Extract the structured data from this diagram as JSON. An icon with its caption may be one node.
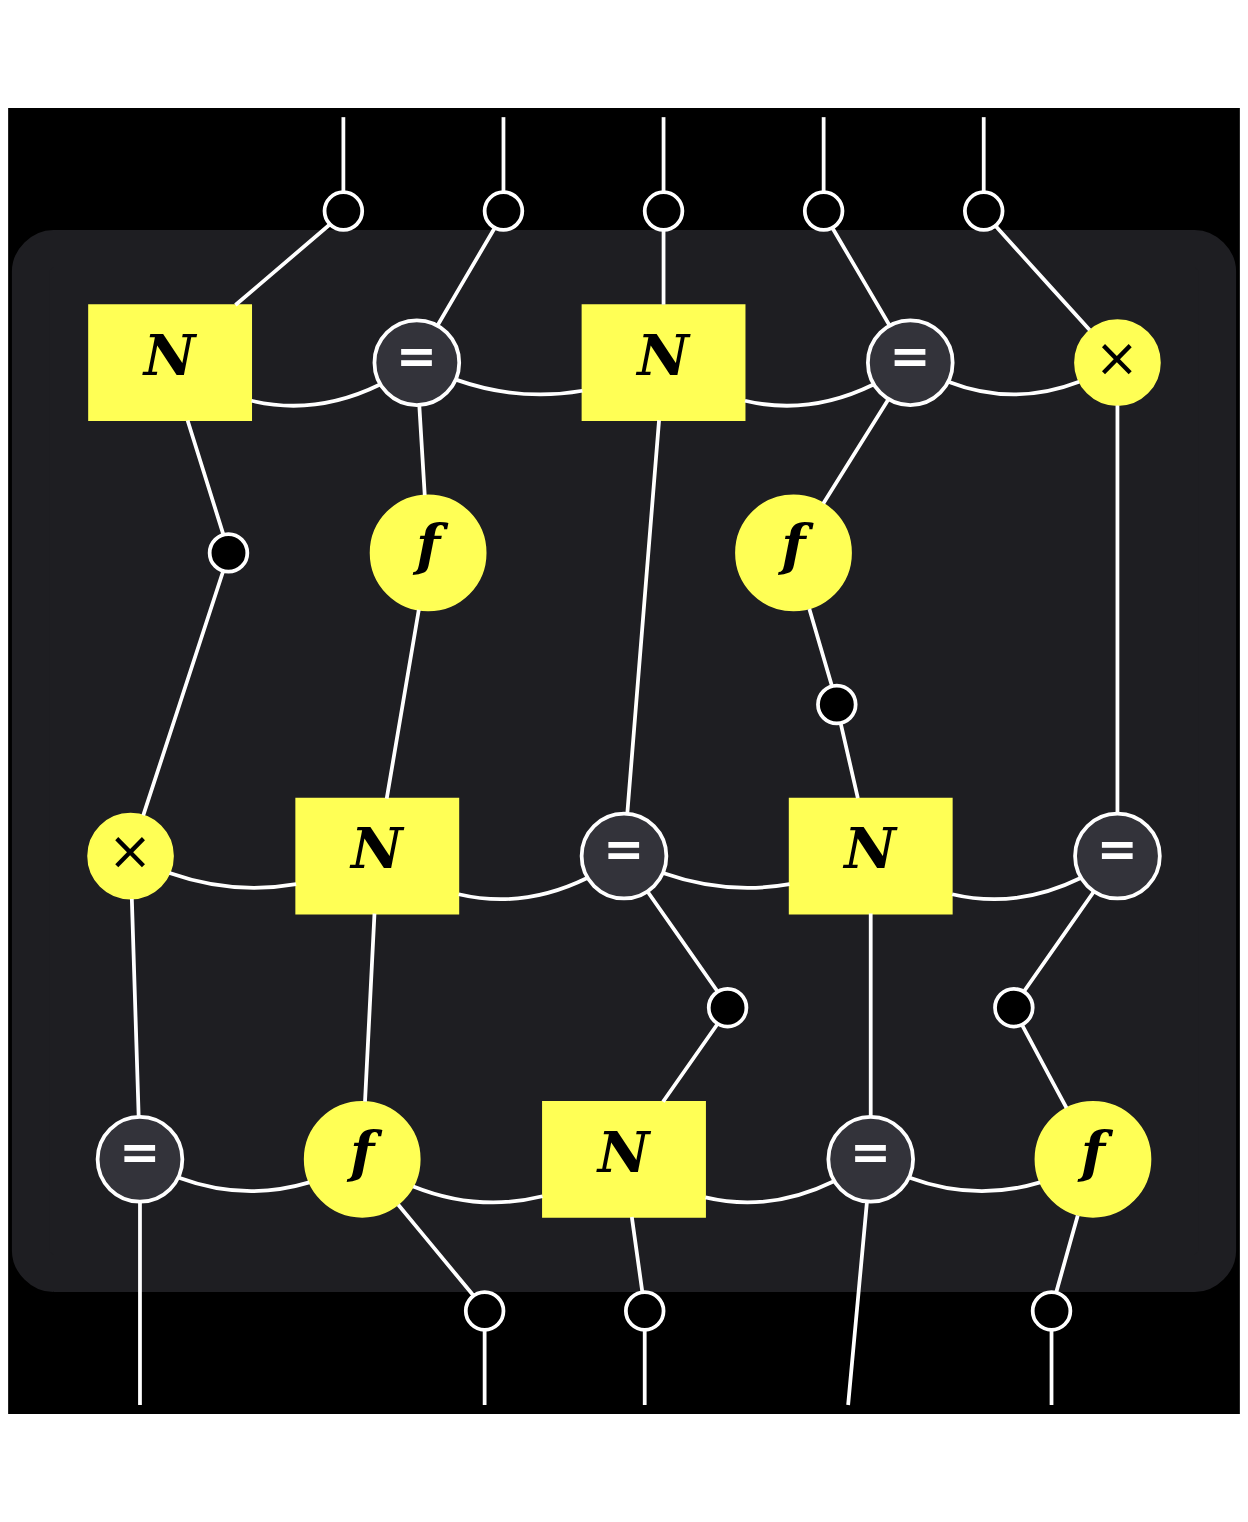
{
  "diagram": {
    "nodes": [
      {
        "text": [],
        "shape": "circle"
      },
      {
        "text": [],
        "shape": "circle"
      },
      {
        "text": [],
        "shape": "circle"
      },
      {
        "text": [],
        "shape": "circle"
      },
      {
        "text": [],
        "shape": "circle"
      },
      {
        "text": [],
        "shape": "box"
      },
      {
        "text": [
          "N"
        ],
        "in": 5
      },
      {
        "text": [
          "="
        ],
        "in": 5
      },
      {
        "text": [
          "N"
        ],
        "in": 5
      },
      {
        "text": [
          "="
        ],
        "in": 5
      },
      {
        "text": [
          "×"
        ],
        "in": 5
      },
      {
        "text": [],
        "shape": "circle",
        "in": 5
      },
      {
        "text": [
          "f"
        ],
        "in": 5
      },
      {
        "text": [
          "f"
        ],
        "in": 5
      },
      {
        "text": [],
        "shape": "circle",
        "in": 5
      },
      {
        "text": [
          "×"
        ],
        "in": 5
      },
      {
        "text": [
          "N"
        ],
        "in": 5
      },
      {
        "text": [
          "="
        ],
        "in": 5
      },
      {
        "text": [
          "N"
        ],
        "in": 5
      },
      {
        "text": [
          "="
        ],
        "in": 5
      },
      {
        "text": [],
        "shape": "circle",
        "in": 5
      },
      {
        "text": [],
        "shape": "circle",
        "in": 5
      },
      {
        "text": [
          "="
        ],
        "in": 5
      },
      {
        "text": [
          "f"
        ],
        "in": 5
      },
      {
        "text": [
          "N"
        ],
        "in": 5
      },
      {
        "text": [
          "="
        ],
        "in": 5
      },
      {
        "text": [
          "f"
        ],
        "in": 5
      },
      {
        "text": [],
        "shape": "circle"
      },
      {
        "text": [],
        "shape": "circle"
      },
      {
        "text": [],
        "shape": "circle"
      }
    ],
    "edges": [
      {
        "from": null,
        "to": 0,
        "arrow": "none"
      },
      {
        "from": 0,
        "to": 6,
        "arrow": "none"
      },
      {
        "from": null,
        "to": 1,
        "arrow": "none"
      },
      {
        "from": 1,
        "to": 7,
        "arrow": "none"
      },
      {
        "from": null,
        "to": 2,
        "arrow": "none"
      },
      {
        "from": 2,
        "to": 8,
        "arrow": "none"
      },
      {
        "from": null,
        "to": 3,
        "arrow": "none"
      },
      {
        "from": 3,
        "to": 9,
        "arrow": "none"
      },
      {
        "from": null,
        "to": 4,
        "arrow": "none"
      },
      {
        "from": 4,
        "to": 10,
        "arrow": "none"
      },
      {
        "from": 6,
        "to": 7,
        "arrow": "none"
      },
      {
        "from": 7,
        "to": 8,
        "arrow": "none"
      },
      {
        "from": 8,
        "to": 9,
        "arrow": "none"
      },
      {
        "from": 9,
        "to": 10,
        "arrow": "none"
      },
      {
        "from": 6,
        "to": 11,
        "arrow": "none"
      },
      {
        "from": 11,
        "to": 15,
        "arrow": "none"
      },
      {
        "from": 7,
        "to": 12,
        "arrow": "none"
      },
      {
        "from": 12,
        "to": 16,
        "arrow": "none"
      },
      {
        "from": 8,
        "to": 17,
        "arrow": "none"
      },
      {
        "from": 9,
        "to": 13,
        "arrow": "none"
      },
      {
        "from": 13,
        "to": 14,
        "arrow": "none"
      },
      {
        "from": 14,
        "to": 18,
        "arrow": "none"
      },
      {
        "from": 10,
        "to": 19,
        "arrow": "none"
      },
      {
        "from": 15,
        "to": 16,
        "arrow": "none"
      },
      {
        "from": 16,
        "to": 17,
        "arrow": "none"
      },
      {
        "from": 17,
        "to": 18,
        "arrow": "none"
      },
      {
        "from": 18,
        "to": 19,
        "arrow": "none"
      },
      {
        "from": 15,
        "to": 22,
        "arrow": "none"
      },
      {
        "from": 16,
        "to": 23,
        "arrow": "none"
      },
      {
        "from": 17,
        "to": 21,
        "arrow": "none"
      },
      {
        "from": 21,
        "to": 24,
        "arrow": "none"
      },
      {
        "from": 18,
        "to": 25,
        "arrow": "none"
      },
      {
        "from": 19,
        "to": 20,
        "arrow": "none"
      },
      {
        "from": 20,
        "to": 26,
        "arrow": "none"
      },
      {
        "from": 22,
        "to": 23,
        "arrow": "none"
      },
      {
        "from": 23,
        "to": 24,
        "arrow": "none"
      },
      {
        "from": 24,
        "to": 25,
        "arrow": "none"
      },
      {
        "from": 25,
        "to": 26,
        "arrow": "none"
      },
      {
        "from": 22,
        "to": null,
        "arrow": "none"
      },
      {
        "from": 23,
        "to": 27,
        "arrow": "none"
      },
      {
        "from": 27,
        "to": null,
        "arrow": "none"
      },
      {
        "from": 24,
        "to": 28,
        "arrow": "none"
      },
      {
        "from": 28,
        "to": null,
        "arrow": "none"
      },
      {
        "from": 25,
        "to": null,
        "arrow": "none"
      },
      {
        "from": 26,
        "to": 29,
        "arrow": "none"
      },
      {
        "from": 29,
        "to": null,
        "arrow": "none"
      }
    ]
  }
}
